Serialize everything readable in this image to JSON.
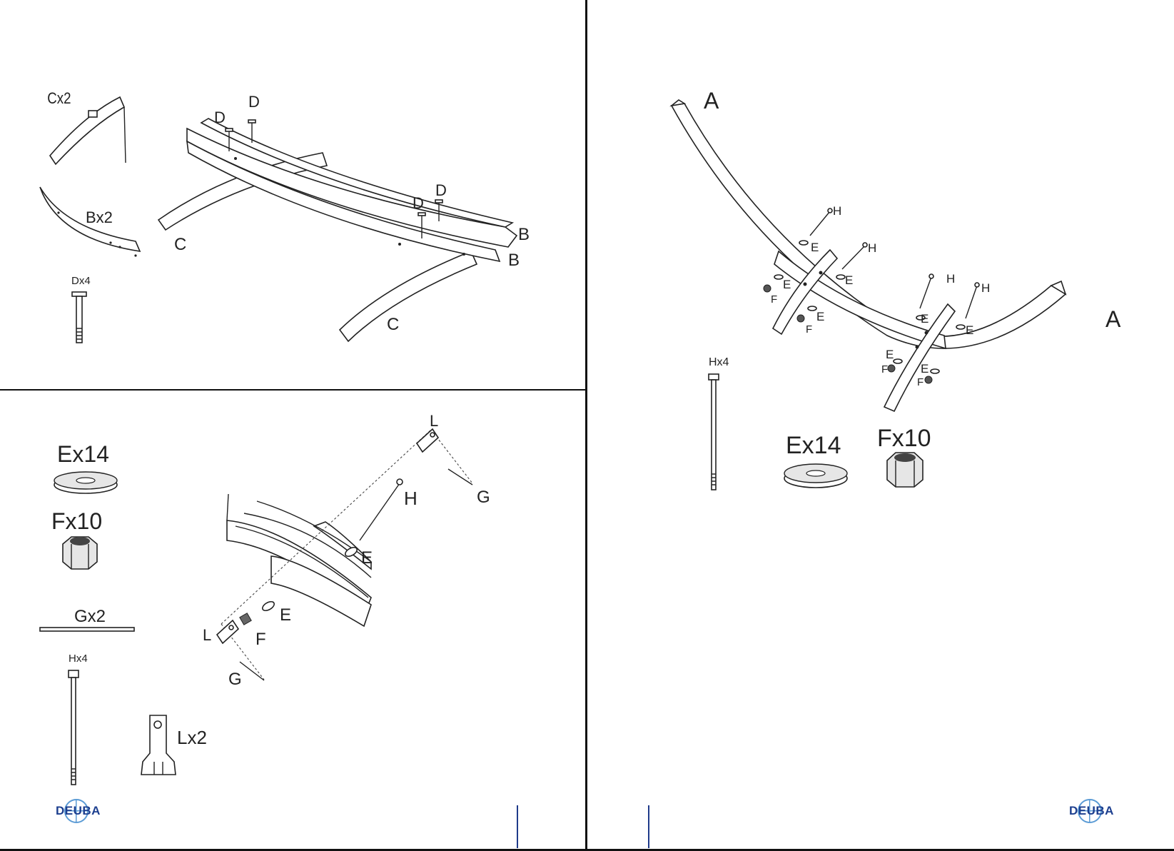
{
  "brand": {
    "logo_text": "DEUBA"
  },
  "top_left": {
    "parts": {
      "c": "Cx2",
      "b": "Bx2",
      "d": "Dx4"
    },
    "labels": {
      "d": "D",
      "b": "B",
      "c": "C"
    }
  },
  "bottom_left": {
    "parts": {
      "e": "Ex14",
      "f": "Fx10",
      "g": "Gx2",
      "h": "Hx4",
      "l": "Lx2"
    },
    "labels": {
      "l": "L",
      "g": "G",
      "h": "H",
      "e": "E",
      "f": "F"
    }
  },
  "right": {
    "labels": {
      "a": "A",
      "h": "H",
      "e": "E",
      "f": "F"
    },
    "parts": {
      "h": "Hx4",
      "e": "Ex14",
      "f": "Fx10"
    }
  },
  "icons": [
    "globe-logo-icon",
    "bolt-icon",
    "washer-icon",
    "hex-nut-icon",
    "pin-icon",
    "bracket-icon"
  ]
}
